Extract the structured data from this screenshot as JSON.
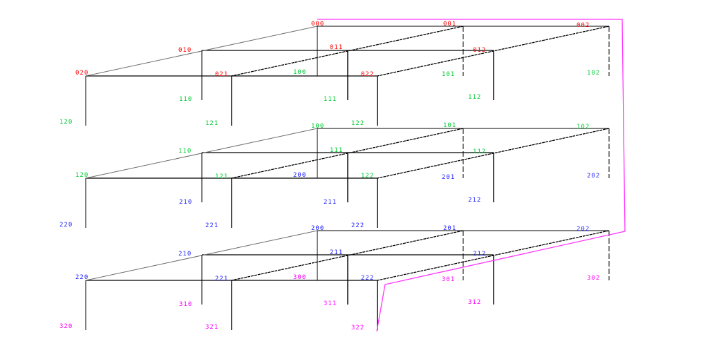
{
  "colors": {
    "frame": "#000000",
    "back_edge": "#6b6b6b",
    "highlight": "#ff33ff",
    "red": "#ff0000",
    "green": "#00cc33",
    "blue": "#1f1fff",
    "magenta": "#ff00ff"
  },
  "labels": {
    "t000": "000",
    "t001": "001",
    "t002": "002",
    "t010": "010",
    "t011": "011",
    "t012": "012",
    "t020": "020",
    "t021": "021",
    "t022": "022",
    "t100a": "100",
    "t101a": "101",
    "t102a": "102",
    "t110a": "110",
    "t111a": "111",
    "t112a": "112",
    "t120a": "120",
    "t121a": "121",
    "t122a": "122",
    "t100b": "100",
    "t101b": "101",
    "t102b": "102",
    "t110b": "110",
    "t111b": "111",
    "t112b": "112",
    "t120b": "120",
    "t121b": "121",
    "t122b": "122",
    "t200a": "200",
    "t201a": "201",
    "t202a": "202",
    "t210a": "210",
    "t211a": "211",
    "t212a": "212",
    "t220a": "220",
    "t221a": "221",
    "t222a": "222",
    "t200b": "200",
    "t201b": "201",
    "t202b": "202",
    "t210b": "210",
    "t211b": "211",
    "t212b": "212",
    "t220b": "220",
    "t221b": "221",
    "t222b": "222",
    "t300": "300",
    "t301": "301",
    "t302": "302",
    "t310": "310",
    "t311": "311",
    "t312": "312",
    "t320": "320",
    "t321": "321",
    "t322": "322"
  }
}
